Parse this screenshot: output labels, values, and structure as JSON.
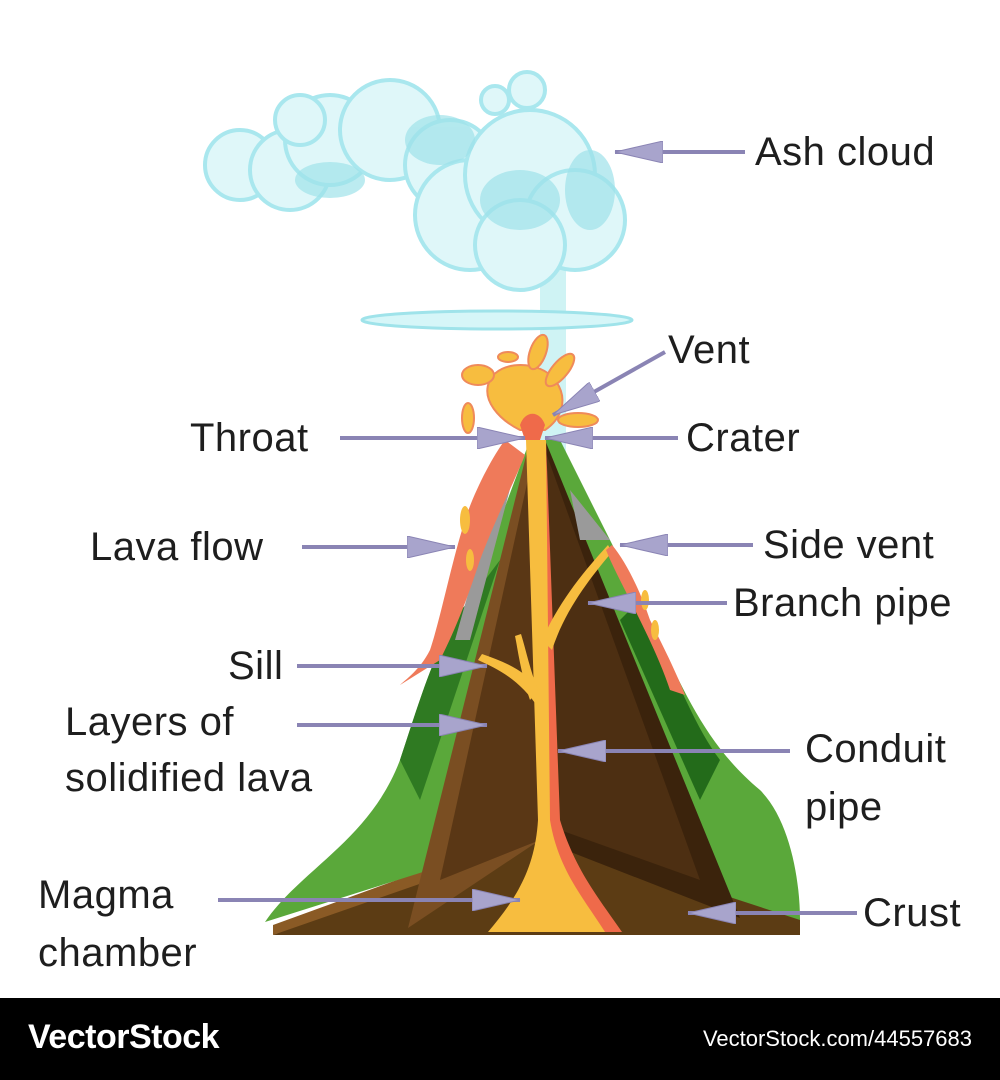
{
  "labels": {
    "ash_cloud": "Ash cloud",
    "vent": "Vent",
    "throat": "Throat",
    "crater": "Crater",
    "lava_flow": "Lava flow",
    "side_vent": "Side vent",
    "branch_pipe": "Branch pipe",
    "sill": "Sill",
    "layers_line1": "Layers of",
    "layers_line2": "solidified lava",
    "conduit_line1": "Conduit",
    "conduit_line2": "pipe",
    "magma_line1": "Magma",
    "magma_line2": "chamber",
    "crust": "Crust"
  },
  "footer": {
    "logo": "VectorStock",
    "id_text": "VectorStock.com/44557683"
  },
  "colors": {
    "arrow": "#8a84b4",
    "green": "#5aa83a",
    "brown": "#6b4420",
    "lava": "#f5b73b",
    "lava_flow": "#ef7a5a",
    "cloud": "#bdeef2"
  }
}
